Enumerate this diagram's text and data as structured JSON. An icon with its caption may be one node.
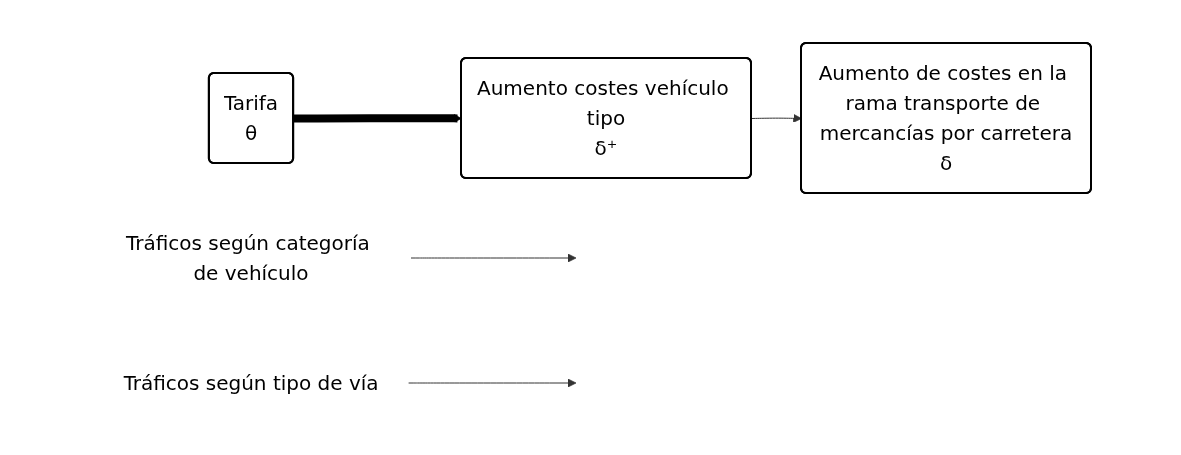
{
  "diagram": {
    "nodes": [
      {
        "text": [
          "Tarifa",
          "θ"
        ]
      },
      {
        "text": [
          "Aumento costes vehículo tipo",
          "δ⁺"
        ]
      },
      {
        "text": [
          "Aumento de costes en la rama transporte de mercancías por carretera",
          "δ"
        ]
      },
      {
        "text": [
          "Tráficos según categoría de vehículo"
        ]
      },
      {
        "text": [
          "Tráficos según tipo de vía"
        ]
      }
    ],
    "edges": [
      {
        "from": 0,
        "to": 1,
        "arrow": "to",
        "style": "thick",
        "color": "#000000"
      },
      {
        "from": 1,
        "to": 2,
        "arrow": "to"
      },
      {
        "from": 3,
        "to": null,
        "arrow": "to"
      },
      {
        "from": 4,
        "to": null,
        "arrow": "to"
      }
    ]
  }
}
